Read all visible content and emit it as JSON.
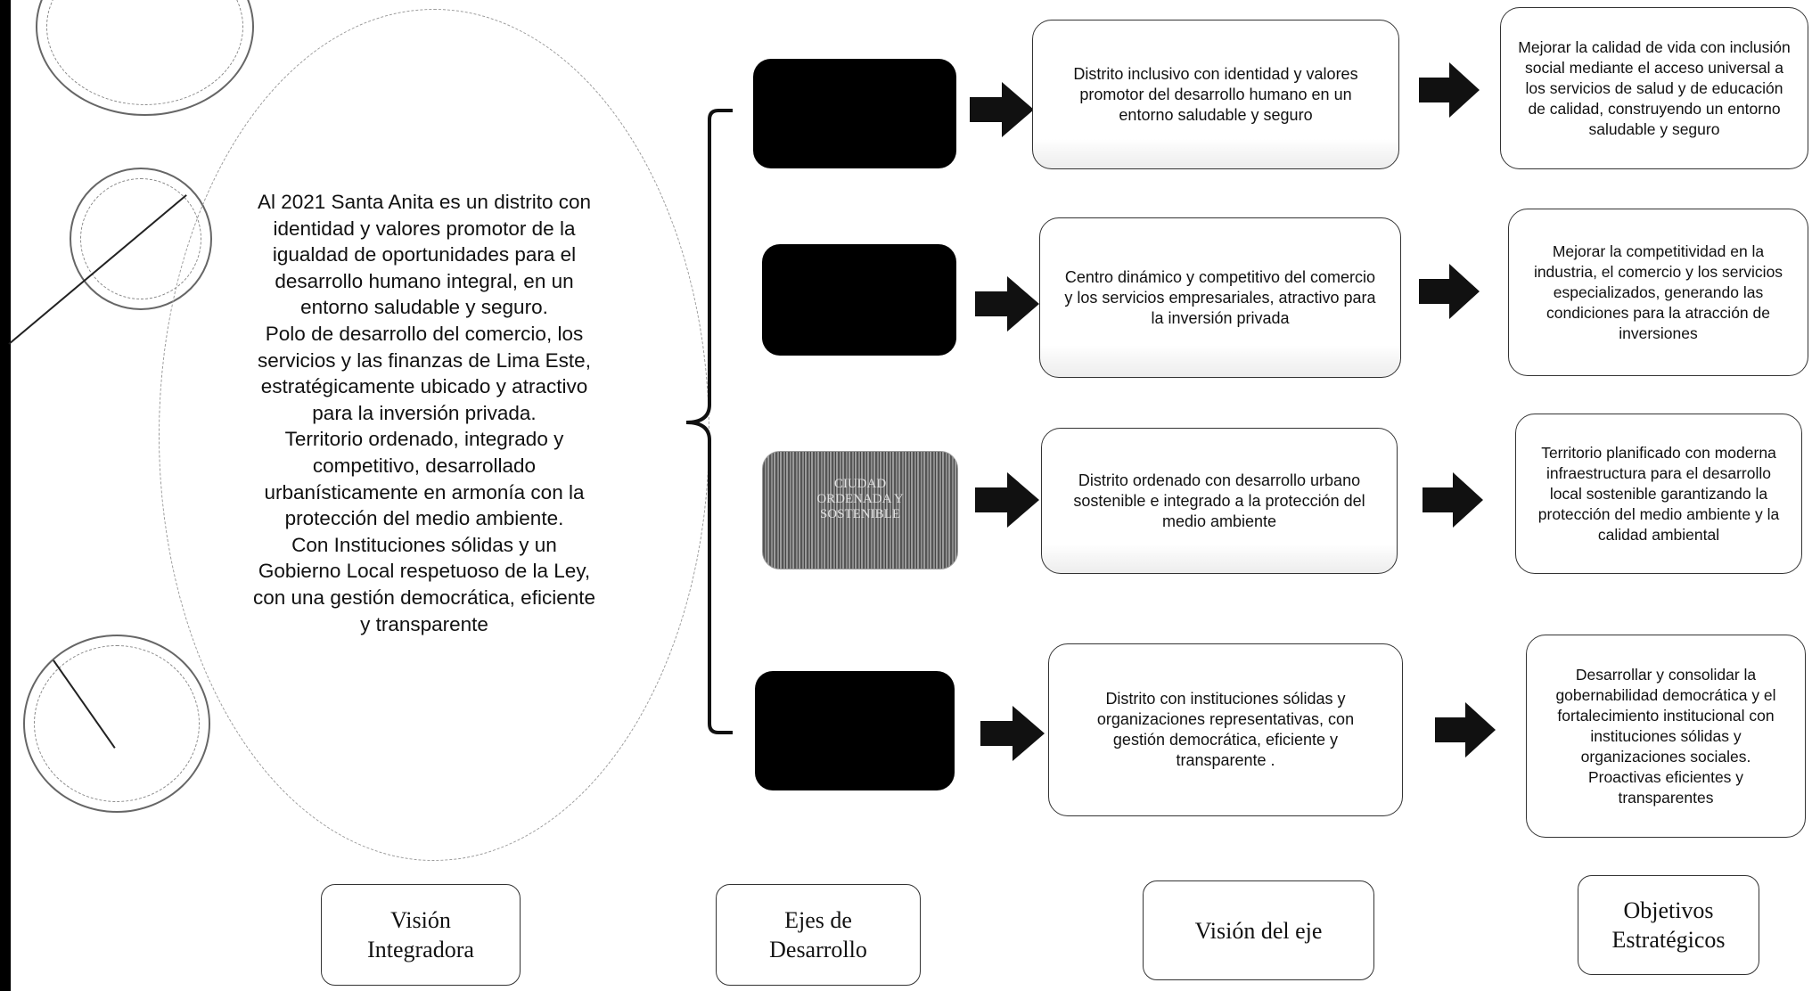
{
  "vision_integradora": {
    "lines": [
      "Al 2021 Santa Anita es un distrito con identidad y valores promotor de la igualdad de oportunidades para el desarrollo humano integral, en un entorno saludable y seguro.",
      "Polo de desarrollo del comercio, los servicios y las finanzas de Lima Este, estratégicamente ubicado y atractivo para la inversión privada.",
      "Territorio ordenado, integrado y competitivo, desarrollado urbanísticamente en armonía con la protección del medio ambiente.",
      "Con Instituciones sólidas y un Gobierno Local respetuoso de la Ley, con una gestión democrática, eficiente y transparente"
    ]
  },
  "ejes": [
    {
      "label": ""
    },
    {
      "label": ""
    },
    {
      "label": "CIUDAD\nORDENADA Y\nSOSTENIBLE"
    },
    {
      "label": ""
    }
  ],
  "vision_eje": [
    "Distrito inclusivo con identidad y valores promotor del desarrollo humano en un entorno saludable y seguro",
    "Centro dinámico y competitivo del comercio y los servicios empresariales, atractivo para la inversión privada",
    "Distrito ordenado con desarrollo urbano sostenible  e integrado a la protección del medio ambiente",
    "Distrito con instituciones sólidas  y organizaciones representativas, con gestión democrática, eficiente y transparente ."
  ],
  "objetivos": [
    "Mejorar la calidad de vida con inclusión social mediante el acceso universal a los servicios de salud y de educación de calidad, construyendo un entorno saludable y seguro",
    "Mejorar la competitividad en la industria, el comercio y los servicios especializados, generando las condiciones para la  atracción de inversiones",
    "Territorio planificado con moderna infraestructura para el desarrollo local sostenible garantizando la protección del medio ambiente y la calidad ambiental",
    "Desarrollar y consolidar la gobernabilidad democrática y el fortalecimiento institucional con instituciones sólidas y organizaciones sociales. Proactivas eficientes y transparentes"
  ],
  "column_labels": {
    "vision_integradora": "Visión\nIntegradora",
    "ejes": "Ejes de\nDesarrollo",
    "vision_eje": "Visión del eje",
    "objetivos": "Objetivos\nEstratégicos"
  },
  "colors": {
    "eje_fill": "#000000",
    "border": "#333333",
    "stamp": "#666666"
  }
}
